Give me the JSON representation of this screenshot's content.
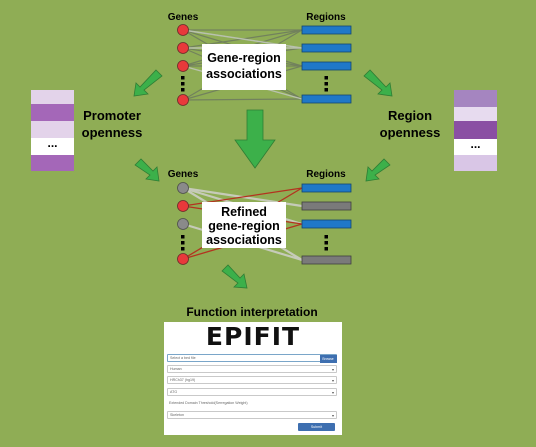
{
  "labels": {
    "genes_top": "Genes",
    "regions_top": "Regions",
    "assoc_line1": "Gene-region",
    "assoc_line2": "associations",
    "promoter_line1": "Promoter",
    "promoter_line2": "openness",
    "region_line1": "Region",
    "region_line2": "openness",
    "genes_mid": "Genes",
    "regions_mid": "Regions",
    "refined_line1": "Refined",
    "refined_line2": "gene-region",
    "refined_line3": "associations",
    "function_title": "Function interpretation",
    "ellipsis": "..."
  },
  "colors": {
    "background": "#8fad55",
    "gene_active": "#e8393b",
    "gene_inactive": "#8a8a8a",
    "region_active": "#1f78c8",
    "region_inactive": "#7a7a7a",
    "arrow": "#3cb04a"
  },
  "promoter_openness": [
    "#e3d3ea",
    "#a467b8",
    "#e3d3ea",
    "ellipsis",
    "#a467b8"
  ],
  "region_openness": [
    "#a585c0",
    "#e7dbef",
    "#8a4fa3",
    "ellipsis",
    "#d9c6e6"
  ],
  "epifit": {
    "logo": "EPIFIT",
    "file_placeholder": "Select a bed file",
    "browse_label": "Browse",
    "species": "Human",
    "genome": "HRCh37 (hg19)",
    "annotation": "ATG",
    "threshold_placeholder": "Extended Domain Threshold(Serregation Weight)",
    "method": "Skeleton",
    "submit_label": "Submit"
  }
}
